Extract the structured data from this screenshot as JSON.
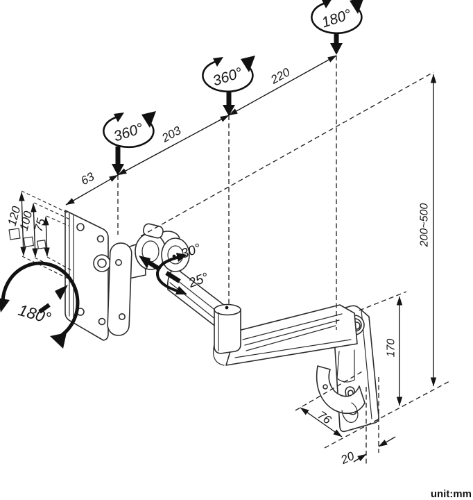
{
  "unit_label": "unit:mm",
  "vesa_sizes": [
    "120",
    "100",
    "75"
  ],
  "dimensions": {
    "segment_1": "63",
    "segment_2": "203",
    "segment_3": "220",
    "height_range": "200~500",
    "wall_plate_height": "170",
    "wall_depth": "76",
    "wall_plate_thickness": "20"
  },
  "rotations": {
    "joint_1_swivel": "360°",
    "joint_2_swivel": "360°",
    "wall_swivel": "180°",
    "screen_rotation": "180°",
    "tilt_up": "30°",
    "tilt_down": "25°"
  },
  "colors": {
    "line": "#2b2b2b",
    "background": "#ffffff"
  }
}
